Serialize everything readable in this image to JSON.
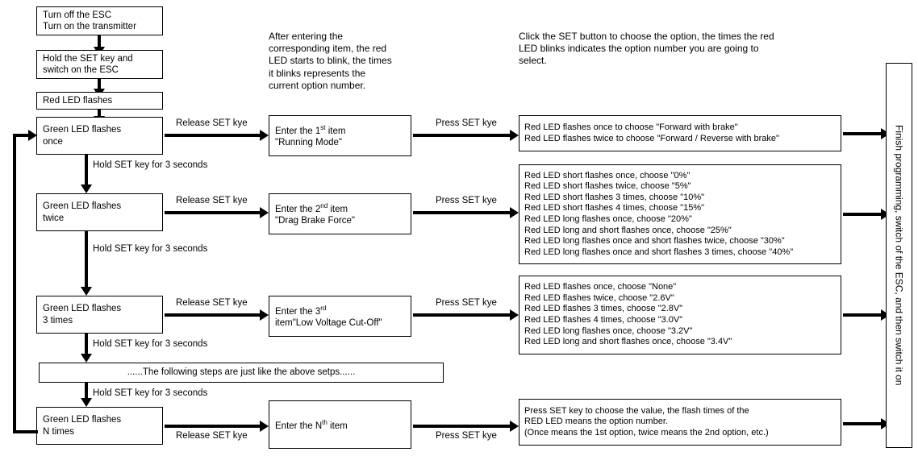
{
  "notes": {
    "middle": "After entering the\ncorresponding item, the red\nLED starts to blink, the times\nit blinks represents the\ncurrent option number.",
    "right": "Click the SET button to choose the option, the times the red\nLED blinks indicates the option number you are going to\nselect."
  },
  "start_steps": [
    {
      "line1": "Turn off the ESC",
      "line2": "Turn on the transmitter"
    },
    {
      "line1": "Hold the SET key and",
      "line2": "switch on the ESC"
    },
    {
      "line1": "Red LED flashes",
      "line2": ""
    }
  ],
  "states": [
    {
      "line1": "Green LED flashes",
      "line2": "once"
    },
    {
      "line1": "Green LED flashes",
      "line2": "twice"
    },
    {
      "line1": "Green LED flashes",
      "line2": "3 times"
    },
    {
      "line1": "Green LED flashes",
      "line2": "N times"
    }
  ],
  "ellipsis_step": "......The following steps are just like the above setps......",
  "items": [
    {
      "line1_pre": "Enter the 1",
      "line1_sup": "st",
      "line1_post": " item",
      "line2": "\"Running Mode\""
    },
    {
      "line1_pre": "Enter the 2",
      "line1_sup": "nd",
      "line1_post": " item",
      "line2": "\"Drag Brake Force\""
    },
    {
      "line1_pre": "Enter the 3",
      "line1_sup": "rd",
      "line1_post": "",
      "line2": "item\"Low Voltage Cut-Off\""
    },
    {
      "line1_pre": "Enter the N",
      "line1_sup": "th",
      "line1_post": " item",
      "line2": ""
    }
  ],
  "transitions": {
    "release": "Release SET kye",
    "press": "Press SET kye",
    "hold": "Hold SET key for 3 seconds"
  },
  "options": [
    {
      "lines": [
        "Red LED flashes once to choose \"Forward with brake\"",
        "Red LED flashes twice to choose \"Forward / Reverse with brake\""
      ]
    },
    {
      "lines": [
        "Red LED short flashes once, choose \"0%\"",
        "Red LED short flashes twice, choose \"5%\"",
        "Red LED short flashes 3 times, choose \"10%\"",
        "Red LED short flashes 4 times, choose \"15%\"",
        "Red LED long flashes once, choose \"20%\"",
        "Red LED long and short flashes once, choose \"25%\"",
        "Red LED long flashes once and short flashes twice, choose \"30%\"",
        "Red LED long flashes once and short flashes 3 times, choose \"40%\""
      ]
    },
    {
      "lines": [
        "Red LED flashes once, choose \"None\"",
        "Red LED flashes twice, choose \"2.6V\"",
        "Red LED flashes 3 times, choose \"2.8V\"",
        "Red LED flashes 4 times, choose \"3.0V\"",
        "Red LED long flashes once, choose \"3.2V\"",
        "Red LED long and short flashes once, choose \"3.4V\""
      ]
    },
    {
      "lines": [
        "Press SET key to choose the value, the flash times of the",
        "RED LED means the option number.",
        "(Once means the 1st option, twice means the 2nd option, etc.)"
      ]
    }
  ],
  "finish": "Finish programming, switch of the ESC, and then switch it on",
  "colors": {
    "stroke": "#000000",
    "background": "#ffffff"
  }
}
